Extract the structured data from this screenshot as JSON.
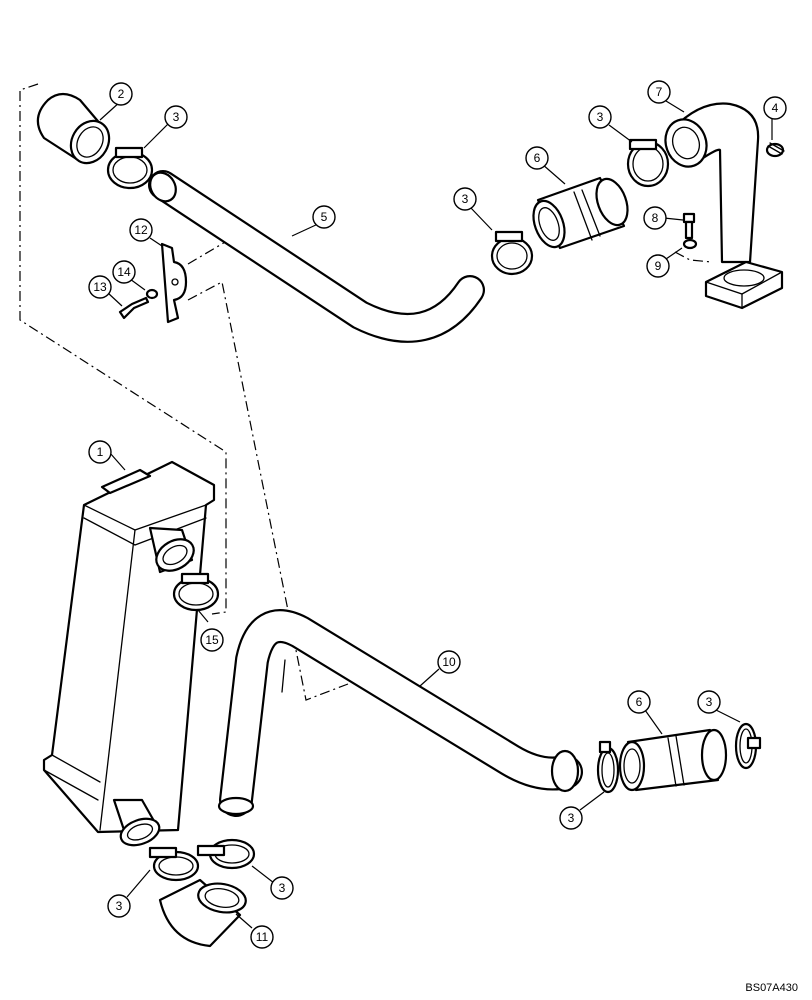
{
  "callouts": [
    {
      "id": "c1",
      "label": "1"
    },
    {
      "id": "c2",
      "label": "2"
    },
    {
      "id": "c3a",
      "label": "3"
    },
    {
      "id": "c3b",
      "label": "3"
    },
    {
      "id": "c3c",
      "label": "3"
    },
    {
      "id": "c3d",
      "label": "3"
    },
    {
      "id": "c3e",
      "label": "3"
    },
    {
      "id": "c3f",
      "label": "3"
    },
    {
      "id": "c3g",
      "label": "3"
    },
    {
      "id": "c4",
      "label": "4"
    },
    {
      "id": "c5",
      "label": "5"
    },
    {
      "id": "c6a",
      "label": "6"
    },
    {
      "id": "c6b",
      "label": "6"
    },
    {
      "id": "c7",
      "label": "7"
    },
    {
      "id": "c8",
      "label": "8"
    },
    {
      "id": "c9",
      "label": "9"
    },
    {
      "id": "c10",
      "label": "10"
    },
    {
      "id": "c11",
      "label": "11"
    },
    {
      "id": "c12",
      "label": "12"
    },
    {
      "id": "c13",
      "label": "13"
    },
    {
      "id": "c14",
      "label": "14"
    },
    {
      "id": "c15",
      "label": "15"
    }
  ],
  "drawing_code": "BS07A430"
}
